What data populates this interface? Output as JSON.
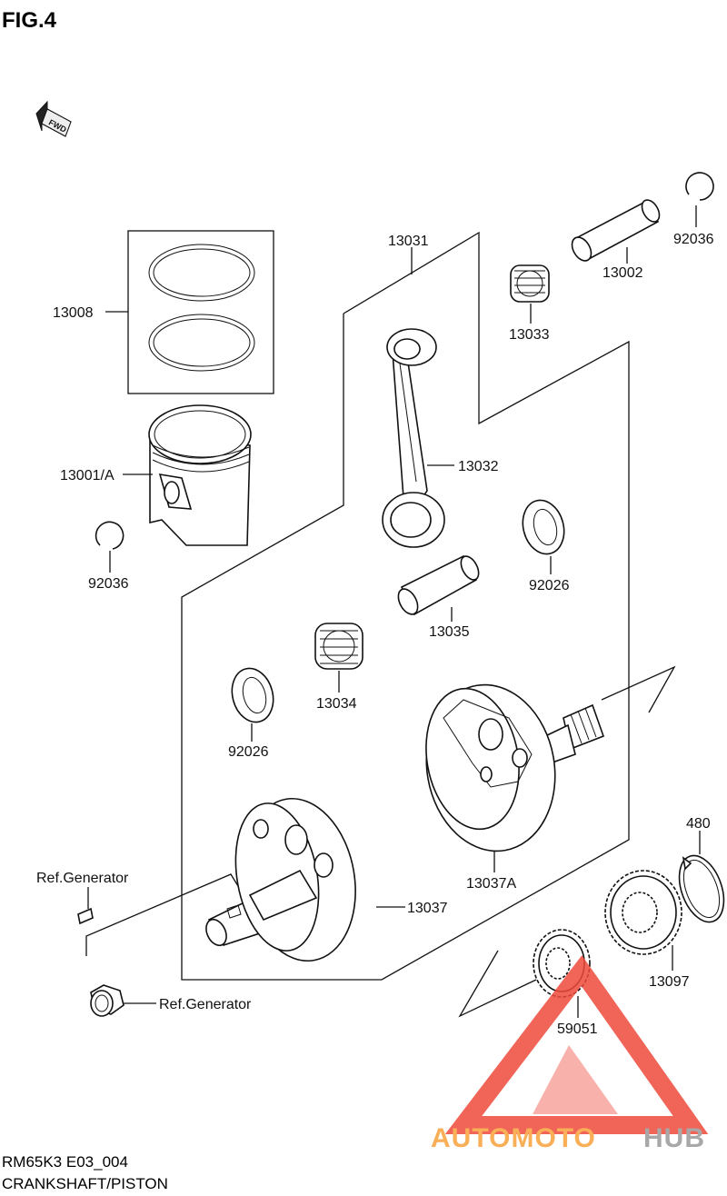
{
  "figure": {
    "title": "FIG.4",
    "fwd_label": "FWD",
    "footer_code": "RM65K3 E03_004",
    "footer_name": "CRANKSHAFT/PISTON"
  },
  "callouts": {
    "c13031": "13031",
    "c92036_top": "92036",
    "c13002": "13002",
    "c13033": "13033",
    "c13008": "13008",
    "c13032": "13032",
    "c13001a": "13001/A",
    "c92036_left": "92036",
    "c92026_right": "92026",
    "c13035": "13035",
    "c13034": "13034",
    "c92026_left": "92026",
    "c13037a": "13037A",
    "c480": "480",
    "c13037": "13037",
    "c13097": "13097",
    "c59051": "59051",
    "ref_generator_top": "Ref.Generator",
    "ref_generator_bottom": "Ref.Generator"
  },
  "watermark": {
    "part1": "AUTOMOTO",
    "part2": "HUB",
    "color_red": "#ef4a3c",
    "color_orange": "#f7a23a",
    "color_grey": "#9a9a9a"
  }
}
